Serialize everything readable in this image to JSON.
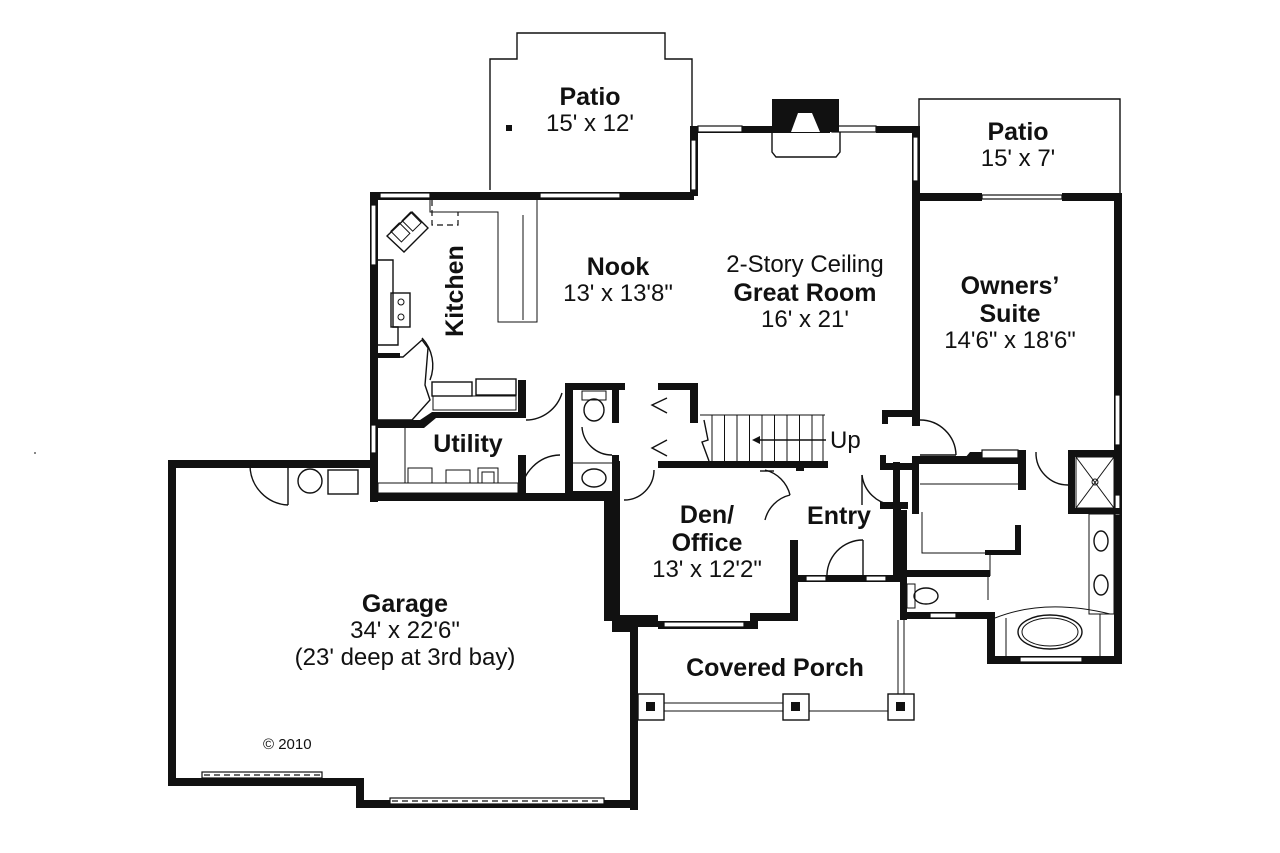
{
  "plan": {
    "rooms": [
      {
        "id": "patio_left",
        "name": "Patio",
        "dims": "15' x 12'"
      },
      {
        "id": "nook",
        "name": "Nook",
        "dims": "13' x 13'8\""
      },
      {
        "id": "great_room",
        "note": "2-Story Ceiling",
        "name": "Great Room",
        "dims": "16' x 21'"
      },
      {
        "id": "patio_right",
        "name": "Patio",
        "dims": "15' x 7'"
      },
      {
        "id": "owners_suite",
        "name_line1": "Owners’",
        "name_line2": "Suite",
        "dims": "14'6\" x 18'6\""
      },
      {
        "id": "kitchen",
        "name": "Kitchen"
      },
      {
        "id": "utility",
        "name": "Utility"
      },
      {
        "id": "den_office",
        "name_line1": "Den/",
        "name_line2": "Office",
        "dims": "13' x 12'2\""
      },
      {
        "id": "entry",
        "name": "Entry"
      },
      {
        "id": "garage",
        "name": "Garage",
        "dims": "34' x 22'6\"",
        "note": "(23' deep at 3rd bay)"
      },
      {
        "id": "covered_porch",
        "name": "Covered Porch"
      }
    ],
    "stairs_label": "Up",
    "copyright": "© 2010",
    "colors": {
      "wall": "#111111",
      "background": "#ffffff"
    }
  }
}
